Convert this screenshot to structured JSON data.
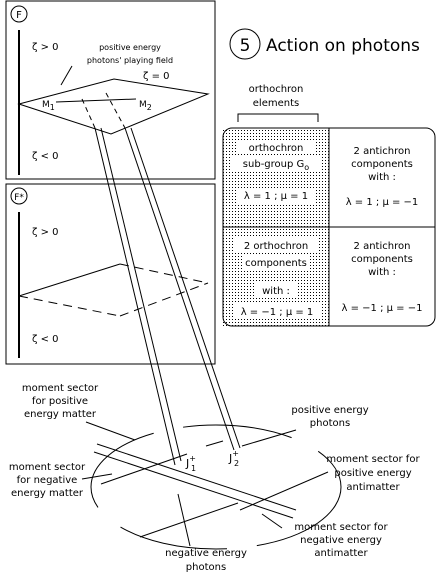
{
  "title": {
    "number": "5",
    "text": "Action on photons"
  },
  "frame_f": {
    "label": "F",
    "zeta_pos": "ζ > 0",
    "zeta_neg": "ζ < 0",
    "zeta_zero": "ζ = 0",
    "playing_field_line1": "positive energy",
    "playing_field_line2": "photons' playing field",
    "m1": "M",
    "m1_sub": "1",
    "m2": "M",
    "m2_sub": "2"
  },
  "frame_fstar": {
    "label": "F*",
    "zeta_pos": "ζ > 0",
    "zeta_neg": "ζ < 0"
  },
  "orthochron_header": {
    "line1": "orthochron",
    "line2": "elements"
  },
  "table": {
    "q1": {
      "line1": "orthochron",
      "line2": "sub-group G",
      "line2_sub": "o",
      "line3": "λ = 1 ;  μ = 1"
    },
    "q2": {
      "line1": "2 antichron",
      "line2": "components",
      "line3": "with :",
      "line4": "λ = 1 ;  μ = −1"
    },
    "q3": {
      "line1": "2 orthochron",
      "line2": "components",
      "line3": "with :",
      "line4": "λ = −1 ;  μ = 1"
    },
    "q4": {
      "line1": "2 antichron",
      "line2": "components",
      "line3": "with :",
      "line4": "λ = −1 ;  μ = −1"
    }
  },
  "moment": {
    "pos_matter": [
      "moment sector",
      "for positive",
      "energy matter"
    ],
    "neg_matter": [
      "moment sector",
      "for negative",
      "energy matter"
    ],
    "pos_photons": [
      "positive energy",
      "photons"
    ],
    "pos_antimatter": [
      "moment sector for",
      "positive energy",
      "antimatter"
    ],
    "neg_antimatter": [
      "moment sector for",
      "negative energy",
      "antimatter"
    ],
    "neg_photons": [
      "negative energy",
      "photons"
    ],
    "j1": "J",
    "j1_sup": "+",
    "j1_sub": "1",
    "j2": "J",
    "j2_sup": "+",
    "j2_sub": "2"
  }
}
